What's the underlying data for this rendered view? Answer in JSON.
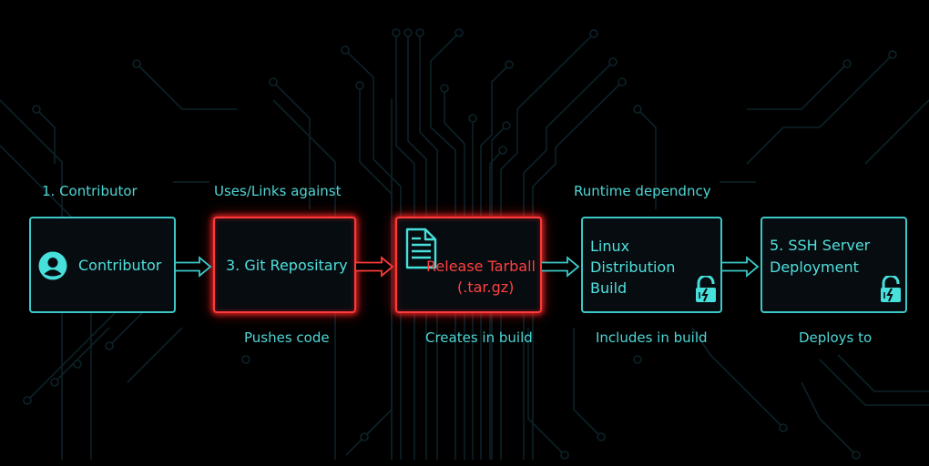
{
  "diagram": {
    "title": "Software supply chain flow",
    "accent_color": "#3cc8c8",
    "alert_color": "#ff3a3a",
    "top_labels": [
      {
        "id": "contributor",
        "text": "1. Contributor"
      },
      {
        "id": "uses-links",
        "text": "Uses/Links against"
      },
      {
        "id": "runtime",
        "text": "Runtime dependncy"
      }
    ],
    "bottom_labels": [
      {
        "id": "pushes",
        "text": "Pushes code"
      },
      {
        "id": "creates",
        "text": "Creates in build"
      },
      {
        "id": "includes",
        "text": "Includes in build"
      },
      {
        "id": "deploys",
        "text": "Deploys to"
      }
    ],
    "nodes": [
      {
        "id": "contributor",
        "lines": [
          "Contributor"
        ],
        "icon": "user-icon",
        "status": "normal"
      },
      {
        "id": "git-repo",
        "lines": [
          "3. Git Repositary"
        ],
        "icon": null,
        "status": "alert"
      },
      {
        "id": "tarball",
        "lines": [
          "Release Tarball",
          "(.tar.gz)"
        ],
        "icon": "document-icon",
        "status": "alert"
      },
      {
        "id": "linux-build",
        "lines": [
          "Linux",
          "Distribution",
          "Build"
        ],
        "icon": "broken-lock-icon",
        "status": "normal"
      },
      {
        "id": "ssh-server",
        "lines": [
          "5. SSH Server",
          "Deployment"
        ],
        "icon": "broken-lock-icon",
        "status": "normal"
      }
    ],
    "edges": [
      {
        "from": "contributor",
        "to": "git-repo",
        "color": "#3cc8c8"
      },
      {
        "from": "git-repo",
        "to": "tarball",
        "color": "#ff3a3a"
      },
      {
        "from": "tarball",
        "to": "linux-build",
        "color": "#3cc8c8"
      },
      {
        "from": "linux-build",
        "to": "ssh-server",
        "color": "#3cc8c8"
      }
    ]
  }
}
